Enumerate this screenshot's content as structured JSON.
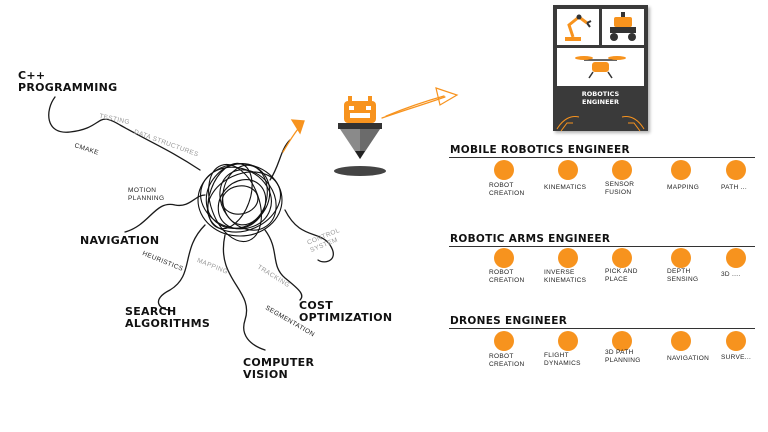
{
  "mind_map": {
    "cpp": [
      "C++",
      "PROGRAMMING"
    ],
    "testing": "TESTING",
    "data_structures": "DATA STRUCTURES",
    "cmake": "CMAKE",
    "motion_planning": [
      "MOTION",
      "PLANNING"
    ],
    "navigation": "NAVIGATION",
    "heuristics": "HEURISTICS",
    "mapping": "MAPPING",
    "search": [
      "SEARCH",
      "ALGORITHMS"
    ],
    "tracking": "TRACKING",
    "control": [
      "CONTROL",
      "SYSTEM"
    ],
    "cost": [
      "COST",
      "OPTIMIZATION"
    ],
    "segmentation": "SEGMENTATION",
    "vision": [
      "COMPUTER",
      "VISION"
    ]
  },
  "book": {
    "title": [
      "ROBOTICS",
      "ENGINEER"
    ]
  },
  "tracks": [
    {
      "title": "MOBILE ROBOTICS ENGINEER",
      "items": [
        [
          "ROBOT",
          "CREATION"
        ],
        [
          "KINEMATICS"
        ],
        [
          "SENSOR",
          "FUSION"
        ],
        [
          "MAPPING"
        ],
        [
          "PATH ..."
        ]
      ]
    },
    {
      "title": "ROBOTIC ARMS ENGINEER",
      "items": [
        [
          "ROBOT",
          "CREATION"
        ],
        [
          "INVERSE",
          "KINEMATICS"
        ],
        [
          "PICK AND",
          "PLACE"
        ],
        [
          "DEPTH",
          "SENSING"
        ],
        [
          "3D ...."
        ]
      ]
    },
    {
      "title": "DRONES ENGINEER",
      "items": [
        [
          "ROBOT",
          "CREATION"
        ],
        [
          "FLIGHT",
          "DYNAMICS"
        ],
        [
          "3D PATH",
          "PLANNING"
        ],
        [
          "NAVIGATION"
        ],
        [
          "SURVE..."
        ]
      ]
    }
  ],
  "colors": {
    "accent": "#f7931e",
    "book": "#3a3a3a",
    "ink": "#111111"
  }
}
